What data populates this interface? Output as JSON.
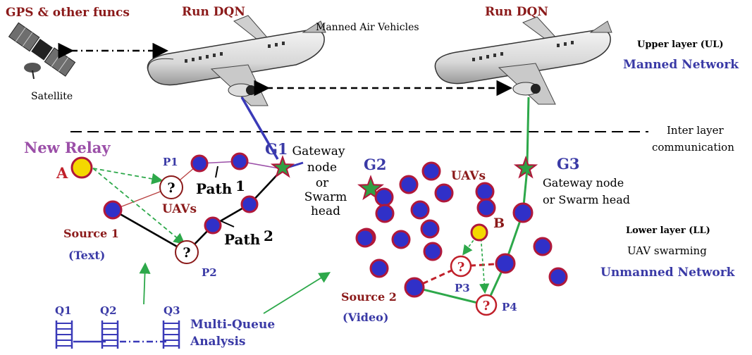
{
  "texts": {
    "gps": "GPS & other funcs",
    "satellite": "Satellite",
    "run_dqn_left": "Run DQN",
    "run_dqn_right": "Run DQN",
    "manned_air_vehicles": "Manned Air Vehicles",
    "upper_layer": "Upper layer (UL)",
    "manned_network": "Manned Network",
    "inter_layer_1": "Inter layer",
    "inter_layer_2": "communication",
    "new_relay": "New Relay",
    "label_a": "A",
    "label_b": "B",
    "p1": "P1",
    "p2": "P2",
    "p3": "P3",
    "p4": "P4",
    "path1": "Path",
    "path1_num": "1",
    "path2": "Path",
    "path2_num": "2",
    "uavs_left": "UAVs",
    "uavs_right": "UAVs",
    "g1": "G1",
    "g2": "G2",
    "g3": "G3",
    "gateway_mid_1": "Gateway",
    "gateway_mid_2": "node",
    "gateway_mid_3": "or",
    "gateway_mid_4": "Swarm",
    "gateway_mid_5": "head",
    "gateway_right_1": "Gateway node",
    "gateway_right_2": "or Swarm head",
    "source1": "Source 1",
    "source1_sub": "(Text)",
    "source2": "Source 2",
    "source2_sub": "(Video)",
    "lower_layer": "Lower layer (LL)",
    "uav_swarming": "UAV swarming",
    "unmanned_network": "Unmanned Network",
    "q1": "Q1",
    "q2": "Q2",
    "q3": "Q3",
    "mq_1": "Multi-Queue",
    "mq_2": "Analysis",
    "question": "?"
  },
  "colors": {
    "maroon": "#8b1a1a",
    "blue_text": "#3a3aa6",
    "purple": "#9b4fa8",
    "node_blue": "#3030c8",
    "node_ring": "#b0183a",
    "green": "#2da84a",
    "star_green": "#2fa043",
    "yellow": "#f4d800"
  }
}
